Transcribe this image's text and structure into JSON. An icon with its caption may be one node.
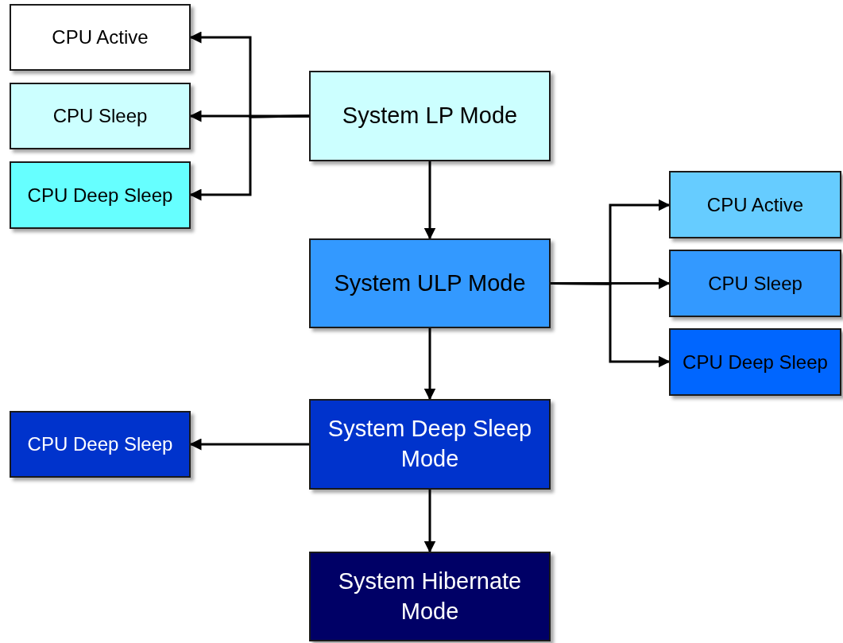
{
  "diagram": {
    "nodes": [
      {
        "text": [
          "CPU Active"
        ]
      },
      {
        "text": [
          "CPU Sleep"
        ]
      },
      {
        "text": [
          "CPU Deep Sleep"
        ]
      },
      {
        "text": [
          "System LP Mode"
        ]
      },
      {
        "text": [
          "System ULP Mode"
        ]
      },
      {
        "text": [
          "CPU Active"
        ]
      },
      {
        "text": [
          "CPU Sleep"
        ]
      },
      {
        "text": [
          "CPU Deep Sleep"
        ]
      },
      {
        "text": [
          "System Deep Sleep Mode"
        ]
      },
      {
        "text": [
          "CPU Deep Sleep"
        ]
      },
      {
        "text": [
          "System Hibernate Mode"
        ]
      }
    ],
    "edges": [
      {
        "from": 3,
        "to": 0,
        "arrow": "to"
      },
      {
        "from": 3,
        "to": 1,
        "arrow": "to"
      },
      {
        "from": 3,
        "to": 2,
        "arrow": "to"
      },
      {
        "from": 3,
        "to": 4,
        "arrow": "to"
      },
      {
        "from": 4,
        "to": 5,
        "arrow": "to"
      },
      {
        "from": 4,
        "to": 6,
        "arrow": "to"
      },
      {
        "from": 4,
        "to": 7,
        "arrow": "to"
      },
      {
        "from": 4,
        "to": 8,
        "arrow": "to"
      },
      {
        "from": 8,
        "to": 9,
        "arrow": "to"
      },
      {
        "from": 8,
        "to": 10,
        "arrow": "to"
      }
    ]
  }
}
